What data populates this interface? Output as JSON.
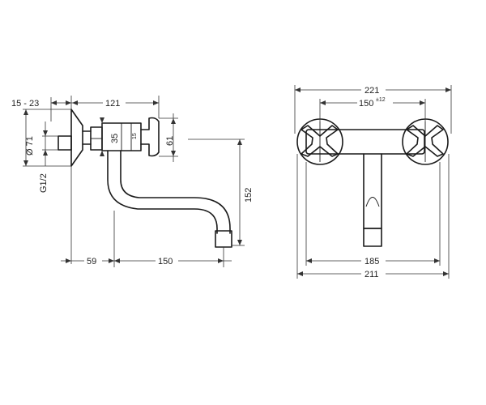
{
  "dimensions": {
    "side_wall_offset": "15 - 23",
    "side_projection": "121",
    "flange_diameter": "Ø 71",
    "thread": "G1/2",
    "height_35": "35",
    "height_61": "61",
    "spout_drop": "152",
    "spout_offset_59": "59",
    "spout_reach": "150",
    "front_width_221": "221",
    "front_handle_spacing": "150",
    "front_handle_tolerance": "±12",
    "front_width_185": "185",
    "front_width_211": "211"
  }
}
